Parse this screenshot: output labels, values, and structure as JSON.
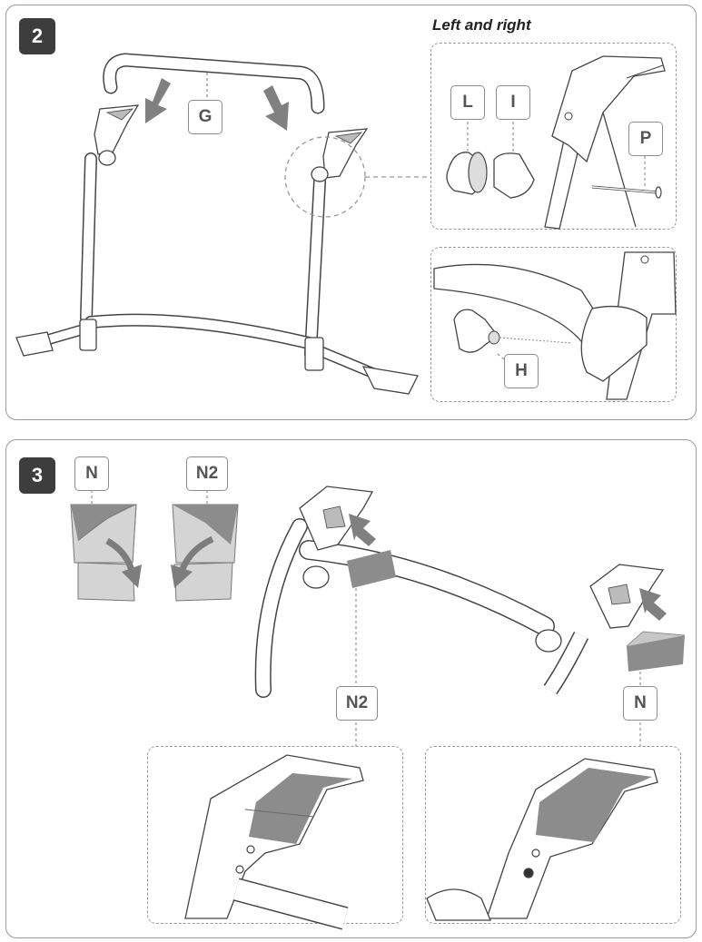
{
  "step2": {
    "number": "2",
    "subtitle": "Left and right",
    "labels": {
      "G": "G",
      "L": "L",
      "I": "I",
      "P": "P",
      "H": "H"
    }
  },
  "step3": {
    "number": "3",
    "labels": {
      "N_top": "N",
      "N2_top": "N2",
      "N2_mid": "N2",
      "N_mid": "N"
    }
  },
  "colors": {
    "badge": "#3d3d3d",
    "arrow": "#808080",
    "frame": "#ffffff",
    "pad_dark": "#8c8c8c",
    "pad_light": "#cfcfcf"
  }
}
